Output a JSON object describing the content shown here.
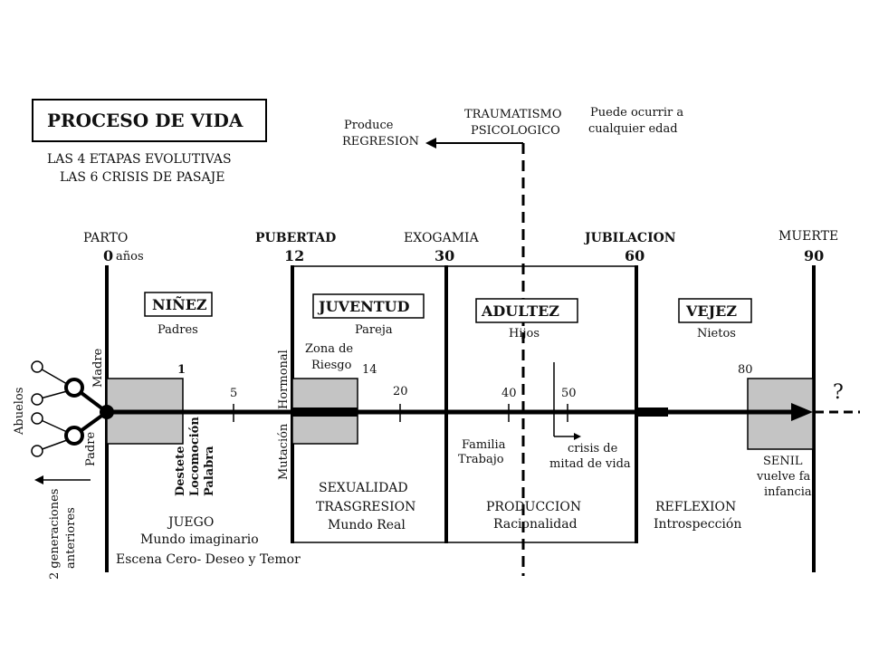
{
  "title_box": {
    "title": "PROCESO DE VIDA",
    "line1": "LAS 4 ETAPAS EVOLUTIVAS",
    "line2": "LAS 6 CRISIS DE PASAJE"
  },
  "trauma": {
    "produce": "Produce",
    "regresion": "REGRESION",
    "title1": "TRAUMATISMO",
    "title2": "PSICOLOGICO",
    "note1": "Puede ocurrir a",
    "note2": "cualquier edad"
  },
  "milestones": {
    "parto": "PARTO",
    "parto_age": "0",
    "anos": "años",
    "pubertad": "PUBERTAD",
    "pubertad_age": "12",
    "exogamia": "EXOGAMIA",
    "exogamia_age": "30",
    "jubilacion": "JUBILACION",
    "jubilacion_age": "60",
    "muerte": "MUERTE",
    "muerte_age": "90"
  },
  "stages": {
    "ninez": "NIÑEZ",
    "ninez_sub": "Padres",
    "juventud": "JUVENTUD",
    "juventud_sub": "Pareja",
    "adultez": "ADULTEZ",
    "adultez_sub": "Hijos",
    "vejez": "VEJEZ",
    "vejez_sub": "Nietos"
  },
  "ticks": {
    "one": "1",
    "five": "5",
    "fourteen": "14",
    "twenty": "20",
    "forty": "40",
    "fifty": "50",
    "eighty": "80",
    "question": "?"
  },
  "labels": {
    "madre": "Madre",
    "padre": "Padre",
    "abuelos": "Abuelos",
    "hormonal": "Hormonal",
    "mutacion": "Mutación",
    "zona1": "Zona de",
    "zona2": "Riesgo",
    "destete": "Destete",
    "locomocion": "Locomoción",
    "palabra": "Palabra",
    "generaciones1": "2 generaciones",
    "generaciones2": "anteriores",
    "familia": "Familia",
    "trabajo": "Trabajo",
    "crisis1": "crisis de",
    "crisis2": "mitad de vida",
    "senil1": "SENIL",
    "senil2": "vuelve fa",
    "senil3": "infancia"
  },
  "bottom": {
    "juego": "JUEGO",
    "mundo_imaginario": "Mundo imaginario",
    "escena": "Escena Cero- Deseo y Temor",
    "sexualidad": "SEXUALIDAD",
    "trasgresion": "TRASGRESION",
    "mundo_real": "Mundo Real",
    "produccion": "PRODUCCION",
    "racionalidad": "Racionalidad",
    "reflexion": "REFLEXION",
    "introspeccion": "Introspección"
  }
}
